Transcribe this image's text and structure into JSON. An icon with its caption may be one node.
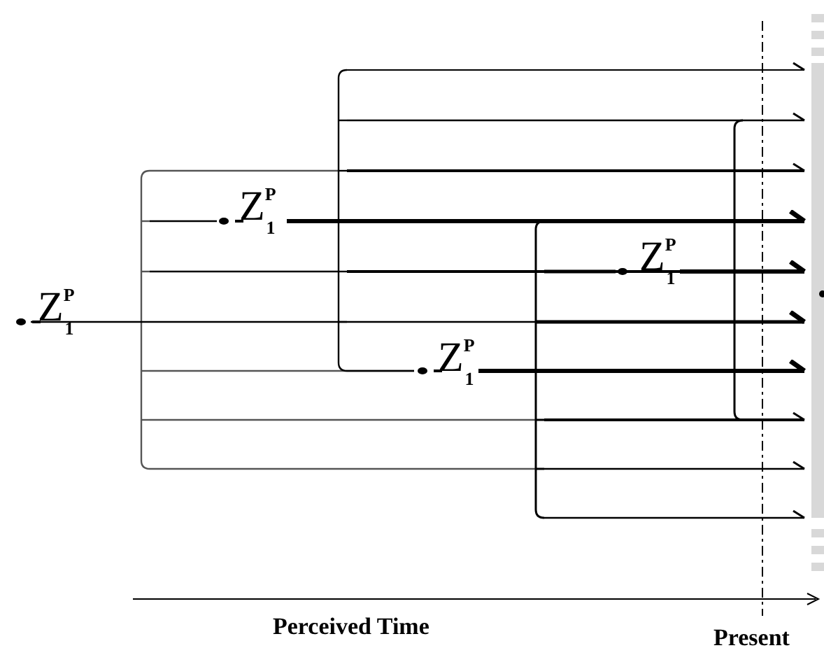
{
  "diagram": {
    "labels": [
      "Z$^{P}$$_{1}$",
      "Z$^{P}$$_{1}$",
      "Z$^{P}$$_{1}$",
      "Z$^{P}$$_{1}$",
      "Perceived Time",
      "Present"
    ]
  }
}
